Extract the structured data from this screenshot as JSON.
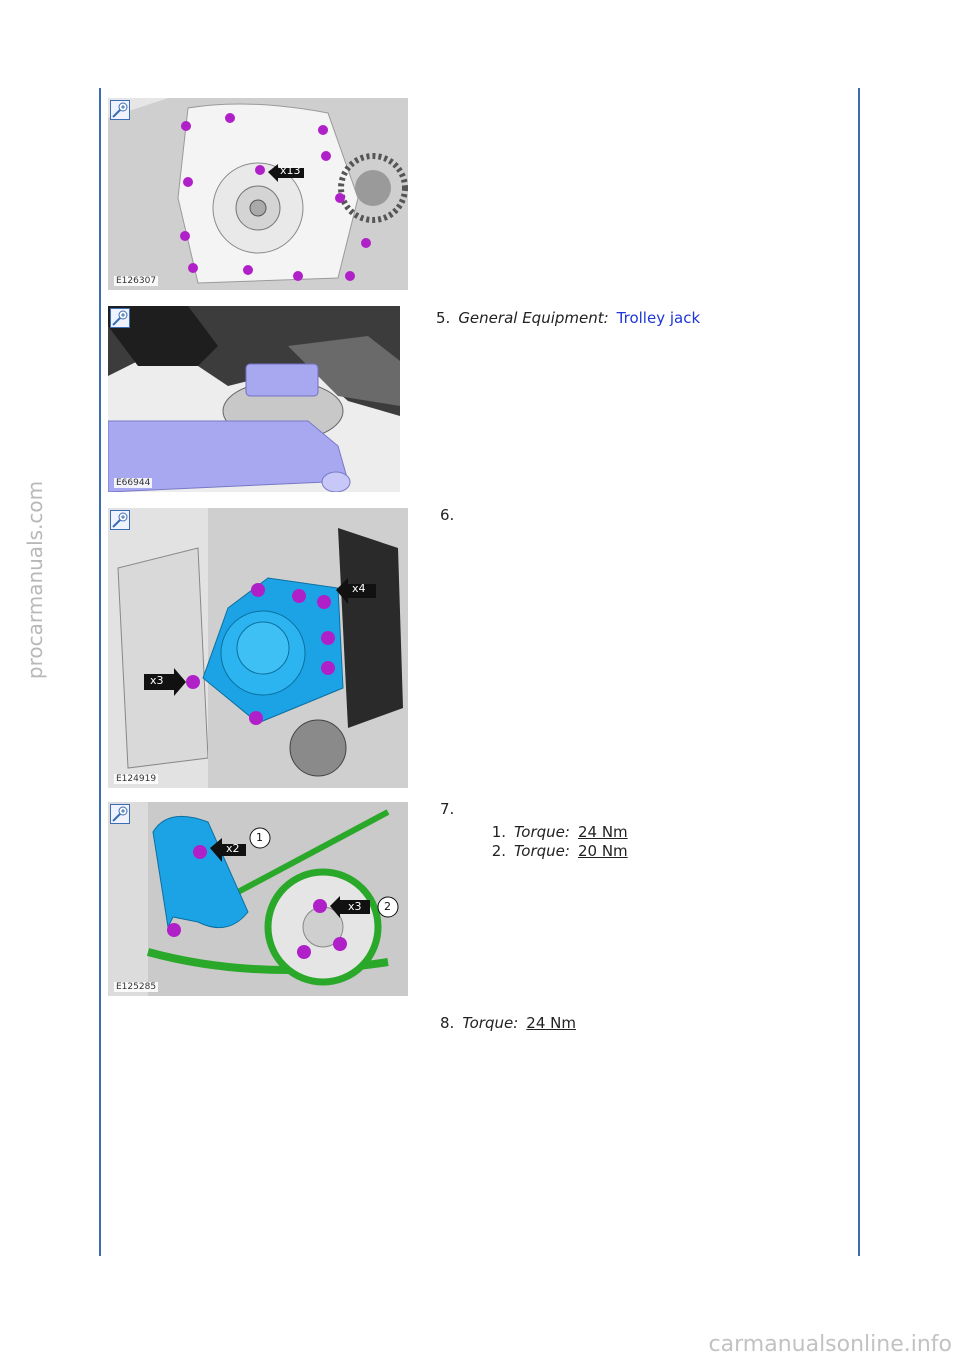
{
  "watermarks": {
    "side": "procarmanuals.com",
    "bottom": "carmanualsonline.info"
  },
  "page_number": "",
  "figures": [
    {
      "id": "E126307",
      "icon": "zoom-in-icon"
    },
    {
      "id": "E66944",
      "icon": "zoom-in-icon"
    },
    {
      "id": "E124919",
      "icon": "zoom-in-icon"
    },
    {
      "id": "E125285",
      "icon": "zoom-in-icon"
    }
  ],
  "figure_callouts": {
    "fig1": [
      "x13"
    ],
    "fig3": [
      "x4",
      "x3"
    ],
    "fig4": [
      "x2",
      "1",
      "x3",
      "2"
    ]
  },
  "steps": [
    {
      "number": "5.",
      "label": "General Equipment:",
      "link": "Trolley jack"
    },
    {
      "number": "6."
    },
    {
      "number": "7.",
      "substeps": [
        {
          "number": "1.",
          "label": "Torque:",
          "value": "24 Nm"
        },
        {
          "number": "2.",
          "label": "Torque:",
          "value": "20 Nm"
        }
      ]
    },
    {
      "number": "8.",
      "label": "Torque:",
      "value": "24 Nm"
    }
  ],
  "colors": {
    "frame": "#3b6db5",
    "link": "#1d36d6",
    "bolt": "#b020c8",
    "component": "#1ca3e6",
    "belt": "#2aa82a",
    "jack": "#a8a8f0"
  }
}
